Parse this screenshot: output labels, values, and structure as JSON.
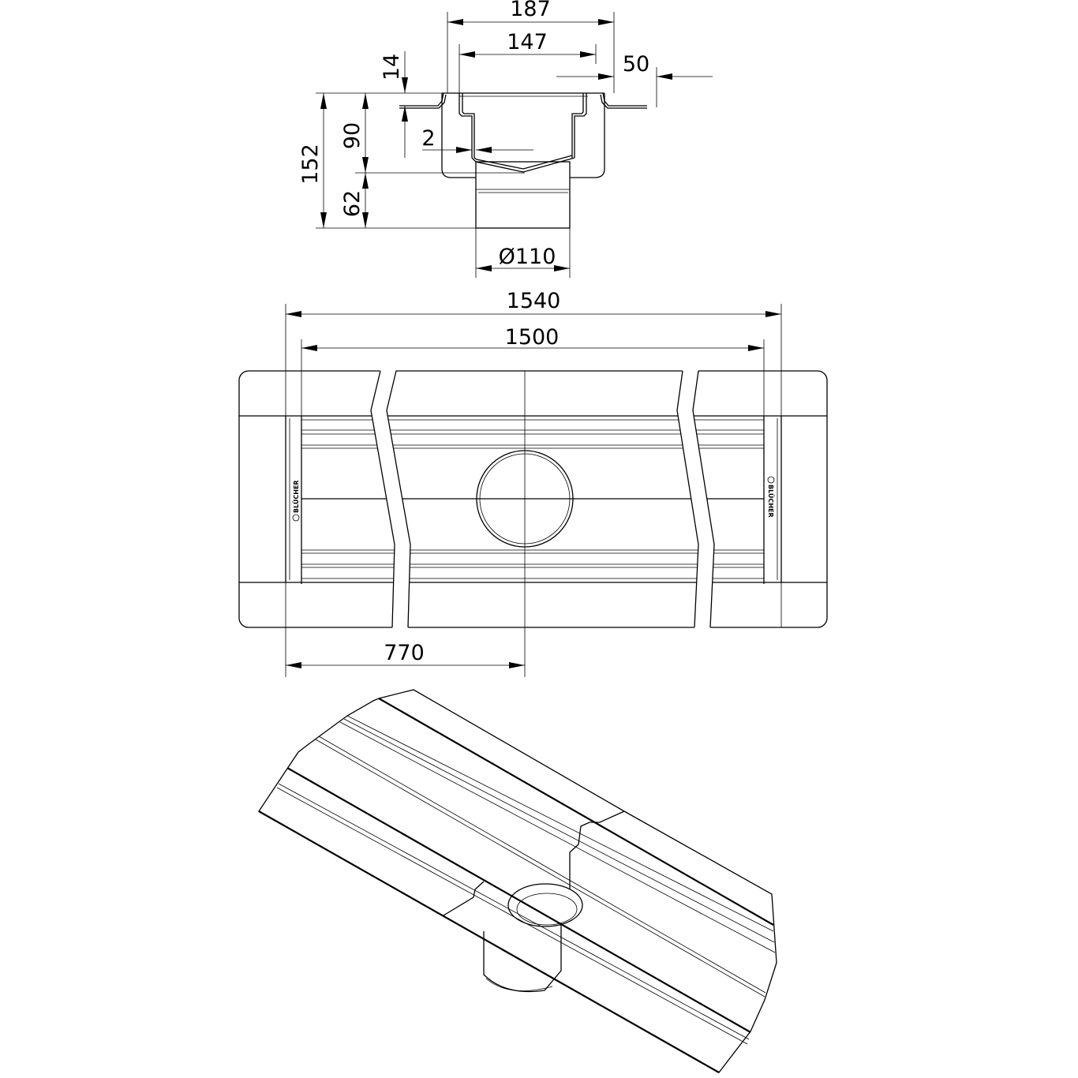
{
  "drawing": {
    "cross_section": {
      "dims": {
        "width_outer": "187",
        "width_inner": "147",
        "flange": "50",
        "flange_height": "14",
        "body_height": "90",
        "total_height": "152",
        "outlet_height": "62",
        "slope": "2",
        "outlet_diameter": "Ø110"
      }
    },
    "plan_view": {
      "dims": {
        "total_length": "1540",
        "channel_length": "1500",
        "outlet_position": "770"
      },
      "logo_text": "BLÜCHER"
    }
  }
}
